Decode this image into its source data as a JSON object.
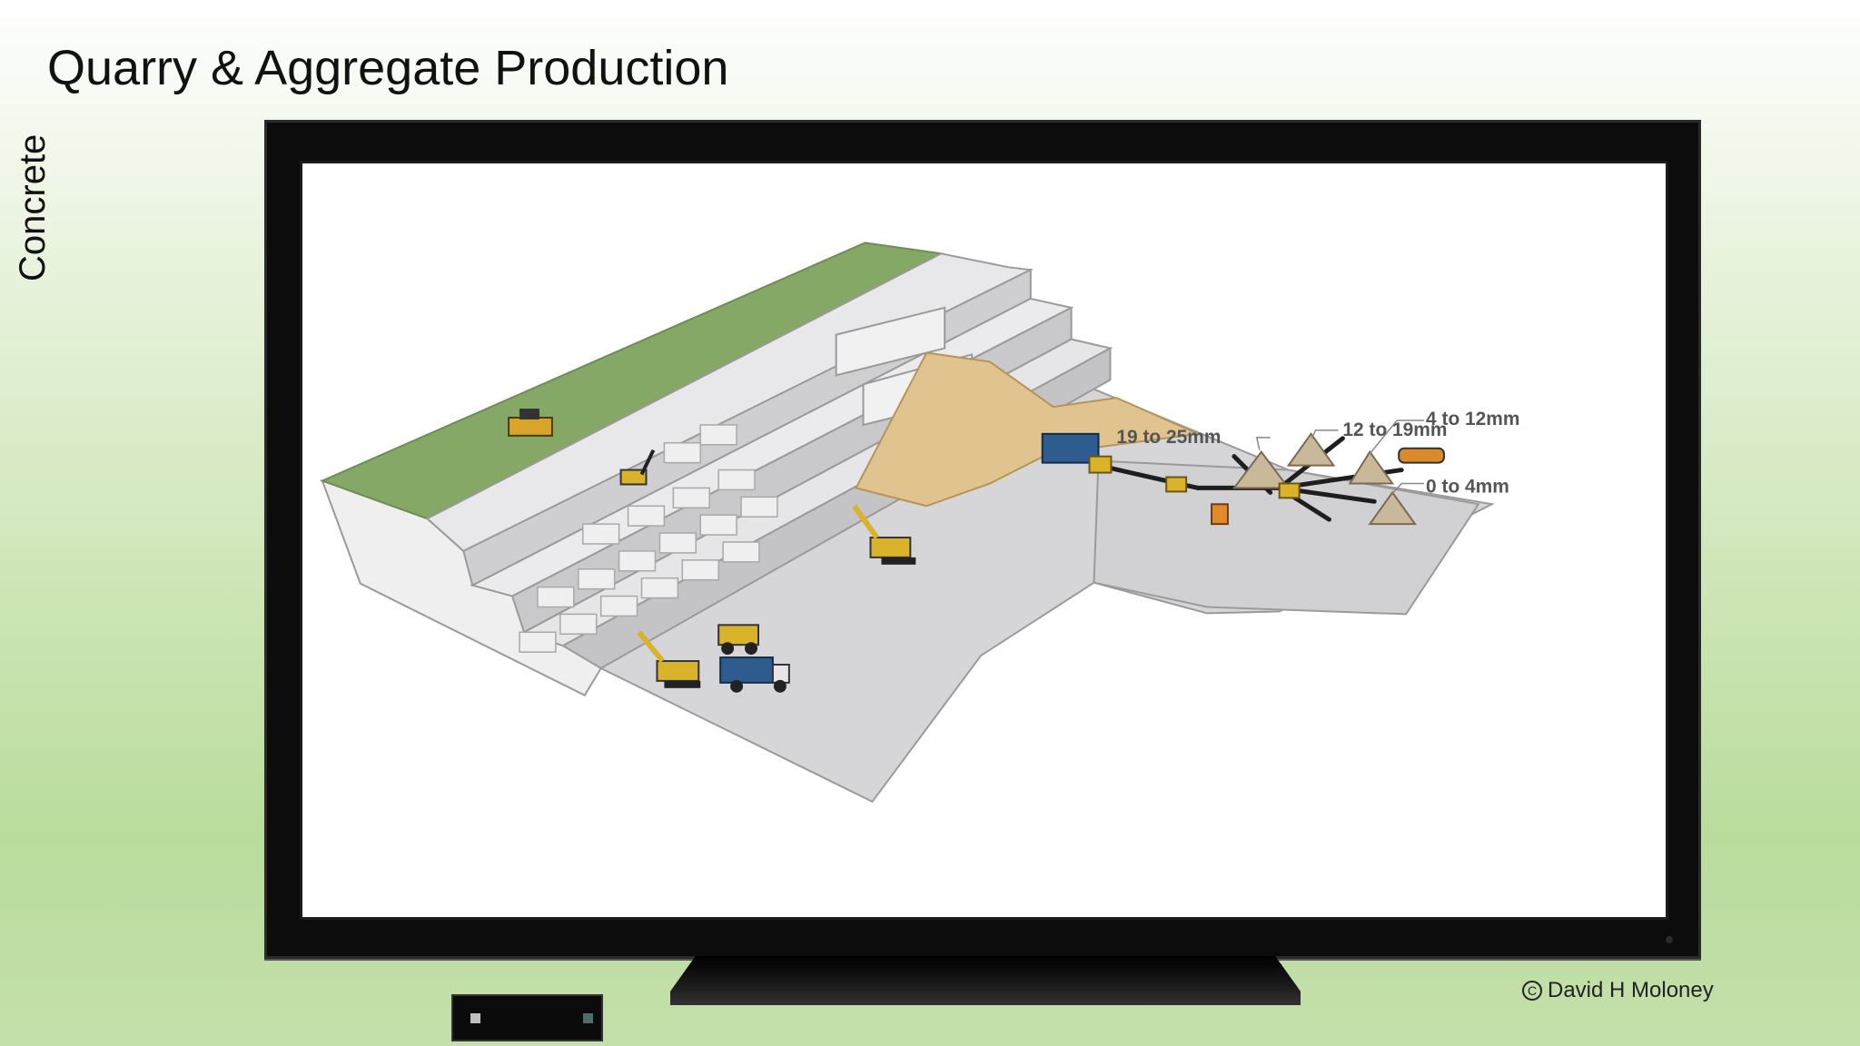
{
  "page": {
    "title": "Quarry & Aggregate Production",
    "side_label": "Concrete",
    "credit": "David H Moloney"
  },
  "diagram": {
    "labels": {
      "size_19_25": "19 to 25mm",
      "size_12_19": "12 to 19mm",
      "size_4_12": "4 to 12mm",
      "size_0_4": "0 to 4mm"
    }
  },
  "colors": {
    "grass": "#86a866",
    "rock_face": "#d9d9d9",
    "floor": "#d5d5d8",
    "sand": "#e0c38f",
    "machine_yellow": "#d9b42a",
    "truck_blue": "#2e5c8e"
  }
}
